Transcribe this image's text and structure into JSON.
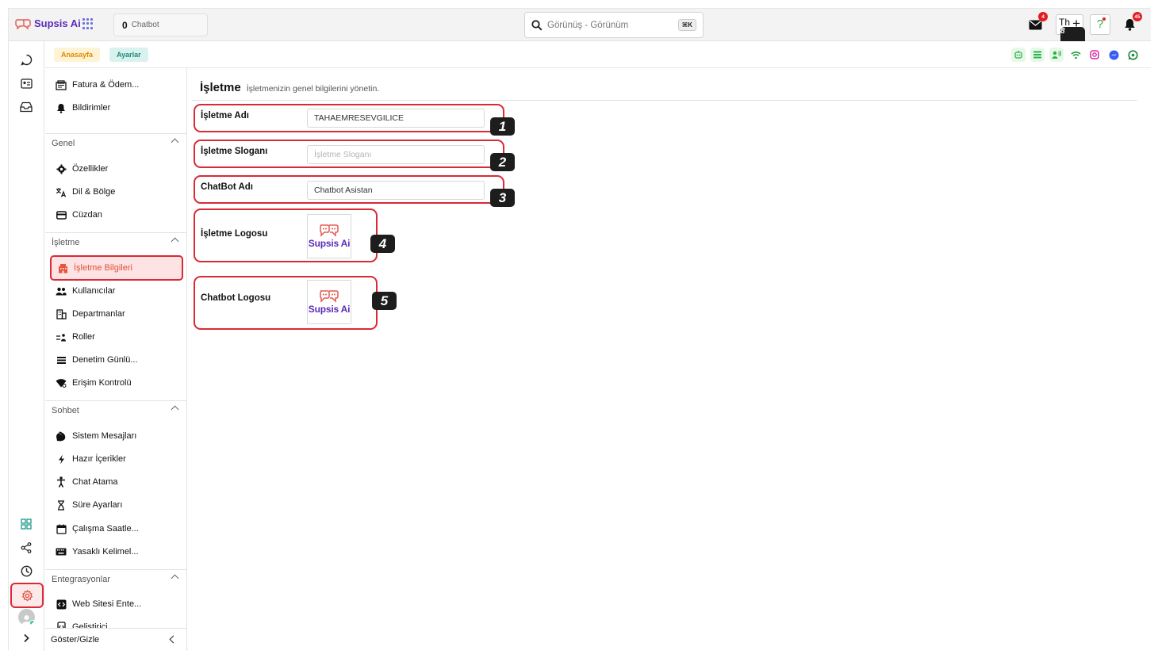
{
  "app": {
    "name": "Supsis Ai"
  },
  "topbar": {
    "chatbot_count": "0",
    "chatbot_label": "Chatbot",
    "search_placeholder": "Görünüş - Görünüm",
    "search_shortcut": "⌘K",
    "mail_badge": "4",
    "user_initials": "Th",
    "user_count": "8",
    "help_label": "?",
    "notification_badge": "45"
  },
  "breadcrumb": {
    "home": "Anasayfa",
    "settings": "Ayarlar"
  },
  "channel_icons": [
    "bot-icon",
    "list-icon",
    "voice-icon",
    "wifi-icon",
    "instagram-icon",
    "messenger-icon",
    "whatsapp-icon"
  ],
  "sidebar": {
    "top_items": [
      {
        "label": "Fatura & Ödem...",
        "icon": "invoice-icon"
      },
      {
        "label": "Bildirimler",
        "icon": "bell-icon"
      }
    ],
    "sections": [
      {
        "title": "Genel",
        "items": [
          {
            "label": "Özellikler",
            "icon": "gear-icon"
          },
          {
            "label": "Dil & Bölge",
            "icon": "translate-icon"
          },
          {
            "label": "Cüzdan",
            "icon": "wallet-icon"
          }
        ]
      },
      {
        "title": "İşletme",
        "items": [
          {
            "label": "İşletme Bilgileri",
            "icon": "building-icon",
            "active": true
          },
          {
            "label": "Kullanıcılar",
            "icon": "users-icon"
          },
          {
            "label": "Departmanlar",
            "icon": "departments-icon"
          },
          {
            "label": "Roller",
            "icon": "roles-icon"
          },
          {
            "label": "Denetim Günlü...",
            "icon": "audit-log-icon"
          },
          {
            "label": "Erişim Kontrolü",
            "icon": "access-control-icon"
          }
        ]
      },
      {
        "title": "Sohbet",
        "items": [
          {
            "label": "Sistem Mesajları",
            "icon": "system-messages-icon"
          },
          {
            "label": "Hazır İçerikler",
            "icon": "bolt-icon"
          },
          {
            "label": "Chat Atama",
            "icon": "assign-icon"
          },
          {
            "label": "Süre Ayarları",
            "icon": "hourglass-icon"
          },
          {
            "label": "Çalışma Saatle...",
            "icon": "calendar-icon"
          },
          {
            "label": "Yasaklı Kelimel...",
            "icon": "keyboard-icon"
          }
        ]
      },
      {
        "title": "Entegrasyonlar",
        "items": [
          {
            "label": "Web Sitesi Ente...",
            "icon": "code-icon"
          },
          {
            "label": "Geliştirici",
            "icon": "developer-icon"
          }
        ]
      }
    ],
    "toggle_label": "Göster/Gizle"
  },
  "main": {
    "title": "İşletme",
    "subtitle": "İşletmenizin genel bilgilerini yönetin.",
    "fields": [
      {
        "label": "İşletme Adı",
        "value": "TAHAEMRESEVGILICE",
        "placeholder": "",
        "step": "1"
      },
      {
        "label": "İşletme Sloganı",
        "value": "",
        "placeholder": "İşletme Sloganı",
        "step": "2"
      },
      {
        "label": "ChatBot Adı",
        "value": "Chatbot Asistan",
        "placeholder": "",
        "step": "3"
      }
    ],
    "logos": [
      {
        "label": "İşletme Logosu",
        "logo_text": "Supsis Ai",
        "step": "4"
      },
      {
        "label": "Chatbot Logosu",
        "logo_text": "Supsis Ai",
        "step": "5"
      }
    ]
  },
  "colors": {
    "accent": "#d92a36",
    "brand": "#5b2bb8",
    "active_bg": "#fde3e3"
  }
}
